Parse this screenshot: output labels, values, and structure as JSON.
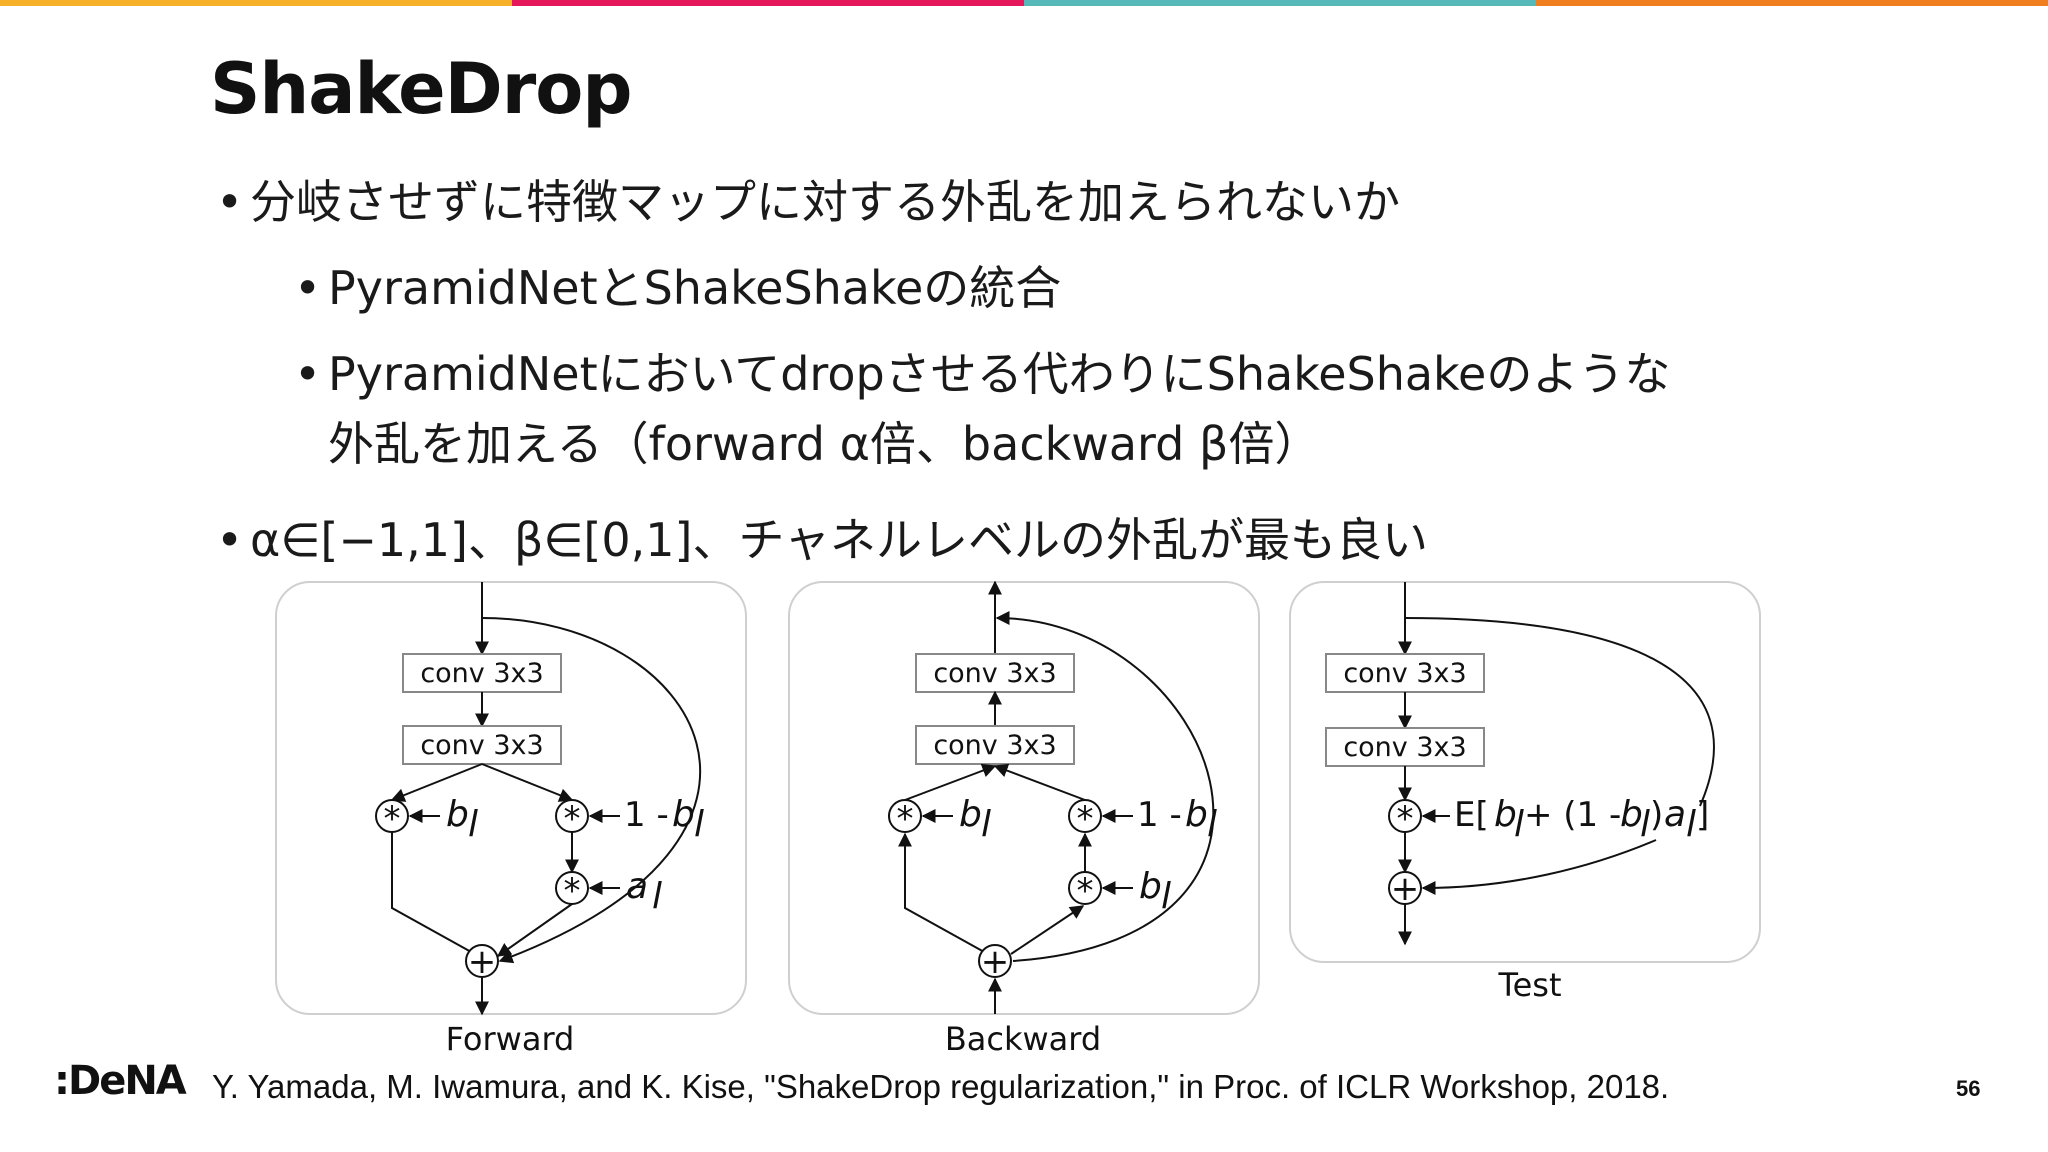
{
  "slide": {
    "title": "ShakeDrop",
    "page_number": "56",
    "logo_text": ":DeNA",
    "accent_colors": [
      "#f6b02a",
      "#e3175a",
      "#56b8b8",
      "#f07e1e"
    ]
  },
  "bullets": [
    {
      "level": 1,
      "text": "分岐させずに特徴マップに対する外乱を加えられないか"
    },
    {
      "level": 2,
      "text": "PyramidNetとShakeShakeの統合"
    },
    {
      "level": 2,
      "text": "PyramidNetにおいてdropさせる代わりにShakeShakeのような",
      "continuation": "外乱を加える（forward α倍、backward β倍）"
    },
    {
      "level": 1,
      "text": "α∈[−1,1]、β∈[0,1]、チャネルレベルの外乱が最も良い"
    }
  ],
  "figure": {
    "conv_label": "conv 3x3",
    "mult_symbol": "*",
    "add_symbol": "+",
    "b_var": "b",
    "l_sub": "l",
    "a_var": "a",
    "one_minus": "1 - ",
    "expectation_prefix": "E[",
    "expectation_mid": " + (1 - ",
    "expectation_close": ")",
    "expectation_end": "]",
    "captions": {
      "forward": "Forward",
      "backward": "Backward",
      "test": "Test"
    }
  },
  "reference": "Y. Yamada, M. Iwamura, and K. Kise, \"ShakeDrop regularization,\" in Proc. of ICLR Workshop, 2018."
}
